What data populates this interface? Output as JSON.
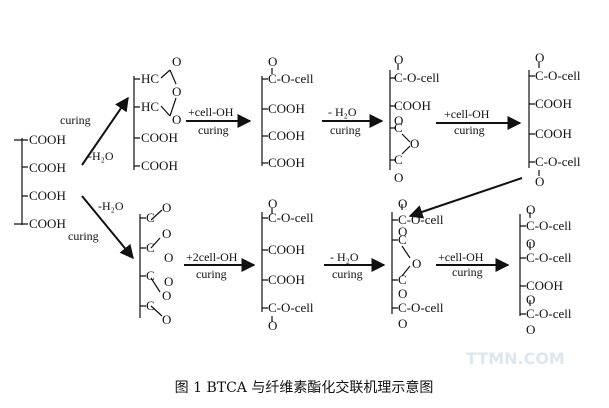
{
  "caption": "图 1   BTCA 与纤维素酯化交联机理示意图",
  "groups": {
    "cooh": "COOH",
    "coo_cell": "C-O-cell",
    "hc": "HC",
    "c": "C",
    "o": "O",
    "oh": "O",
    "cell": "cell",
    "o_cell": "O-cell"
  },
  "labels": {
    "curing": "curing",
    "minus_h2o": "-H₂O",
    "minus_h2o_spaced": "- H₂O",
    "plus_cell_oh": "+cell-OH",
    "plus_2cell_oh": "+2cell-OH"
  },
  "watermark": "TTMN.COM"
}
